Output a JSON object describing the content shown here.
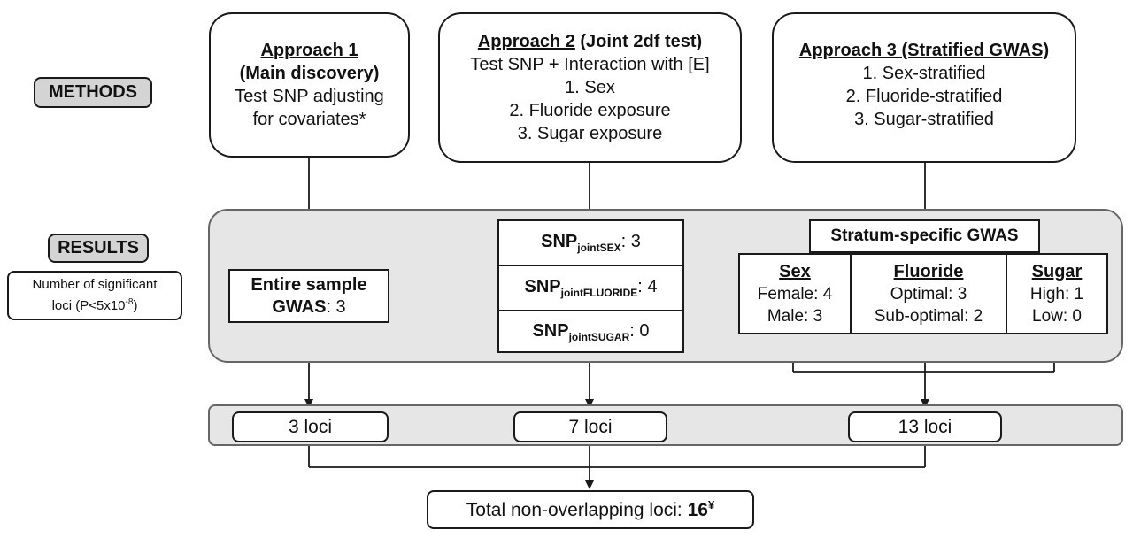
{
  "labels": {
    "methods": "METHODS",
    "results": "RESULTS",
    "significance": "Number of significant loci (P<5x10-8)",
    "significance_line1": "Number of significant",
    "significance_line2_pre": "loci (P<5x10",
    "significance_exp": "-8",
    "significance_line2_post": ")"
  },
  "approach1": {
    "title": "Approach 1",
    "subtitle": "(Main discovery)",
    "line1": "Test SNP adjusting",
    "line2": "for covariates*"
  },
  "approach2": {
    "title_underlined": "Approach 2",
    "title_rest": " (Joint 2df test)",
    "line1": "Test SNP + Interaction with [E]",
    "item1": "1. Sex",
    "item2": "2. Fluoride exposure",
    "item3": "3. Sugar exposure"
  },
  "approach3": {
    "title": "Approach 3 (Stratified GWAS)",
    "item1": "1. Sex-stratified",
    "item2": "2. Fluoride-stratified",
    "item3": "3. Sugar-stratified"
  },
  "results1": {
    "line1": "Entire sample",
    "line2_bold": "GWAS",
    "line2_rest": ": 3"
  },
  "results2": [
    {
      "prefix": "SNP",
      "sub": "jointSEX",
      "value": ": 3"
    },
    {
      "prefix": "SNP",
      "sub": "jointFLUORIDE",
      "value": ": 4"
    },
    {
      "prefix": "SNP",
      "sub": "jointSUGAR",
      "value": ": 0"
    }
  ],
  "results3": {
    "header": "Stratum-specific GWAS",
    "sex": {
      "heading": "Sex",
      "row1": "Female: 4",
      "row2": "Male: 3"
    },
    "fluoride": {
      "heading": "Fluoride",
      "row1": "Optimal: 3",
      "row2": "Sub-optimal: 2"
    },
    "sugar": {
      "heading": "Sugar",
      "row1": "High: 1",
      "row2": "Low: 0"
    }
  },
  "loci": {
    "a1": "3 loci",
    "a2": "7 loci",
    "a3": "13 loci"
  },
  "total": {
    "label": "Total non-overlapping loci: ",
    "value": "16",
    "mark": "¥"
  },
  "colors": {
    "panel_fill": "#e6e6e6",
    "pill_fill": "#d4d4d4",
    "stroke": "#1a1a1a"
  }
}
